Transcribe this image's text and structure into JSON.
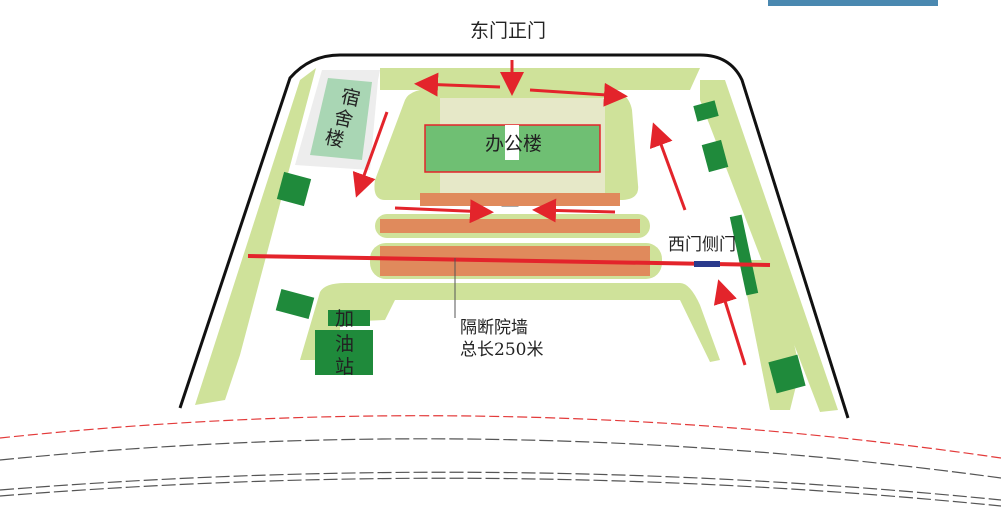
{
  "labels": {
    "east_main_gate": "东门正门",
    "west_side_gate": "西门侧门",
    "dormitory_chars": [
      "宿",
      "舍",
      "楼"
    ],
    "office_building": "办公楼",
    "gas_station_chars": [
      "加",
      "油",
      "站"
    ],
    "wall_line1": "隔断院墙",
    "wall_line2": "总长250米"
  },
  "colors": {
    "site_outline": "#111111",
    "lawn": "#cfe29a",
    "building_green": "#6fbf73",
    "dorm_green": "#a9d6b4",
    "dark_green": "#1f8a3b",
    "strip_orange": "#e08a5c",
    "arrow_red": "#e3242b",
    "wall_red": "#e3242b",
    "gate_blue": "#2a3a8c",
    "road_line": "#555555",
    "road_red": "#e33a3a"
  }
}
